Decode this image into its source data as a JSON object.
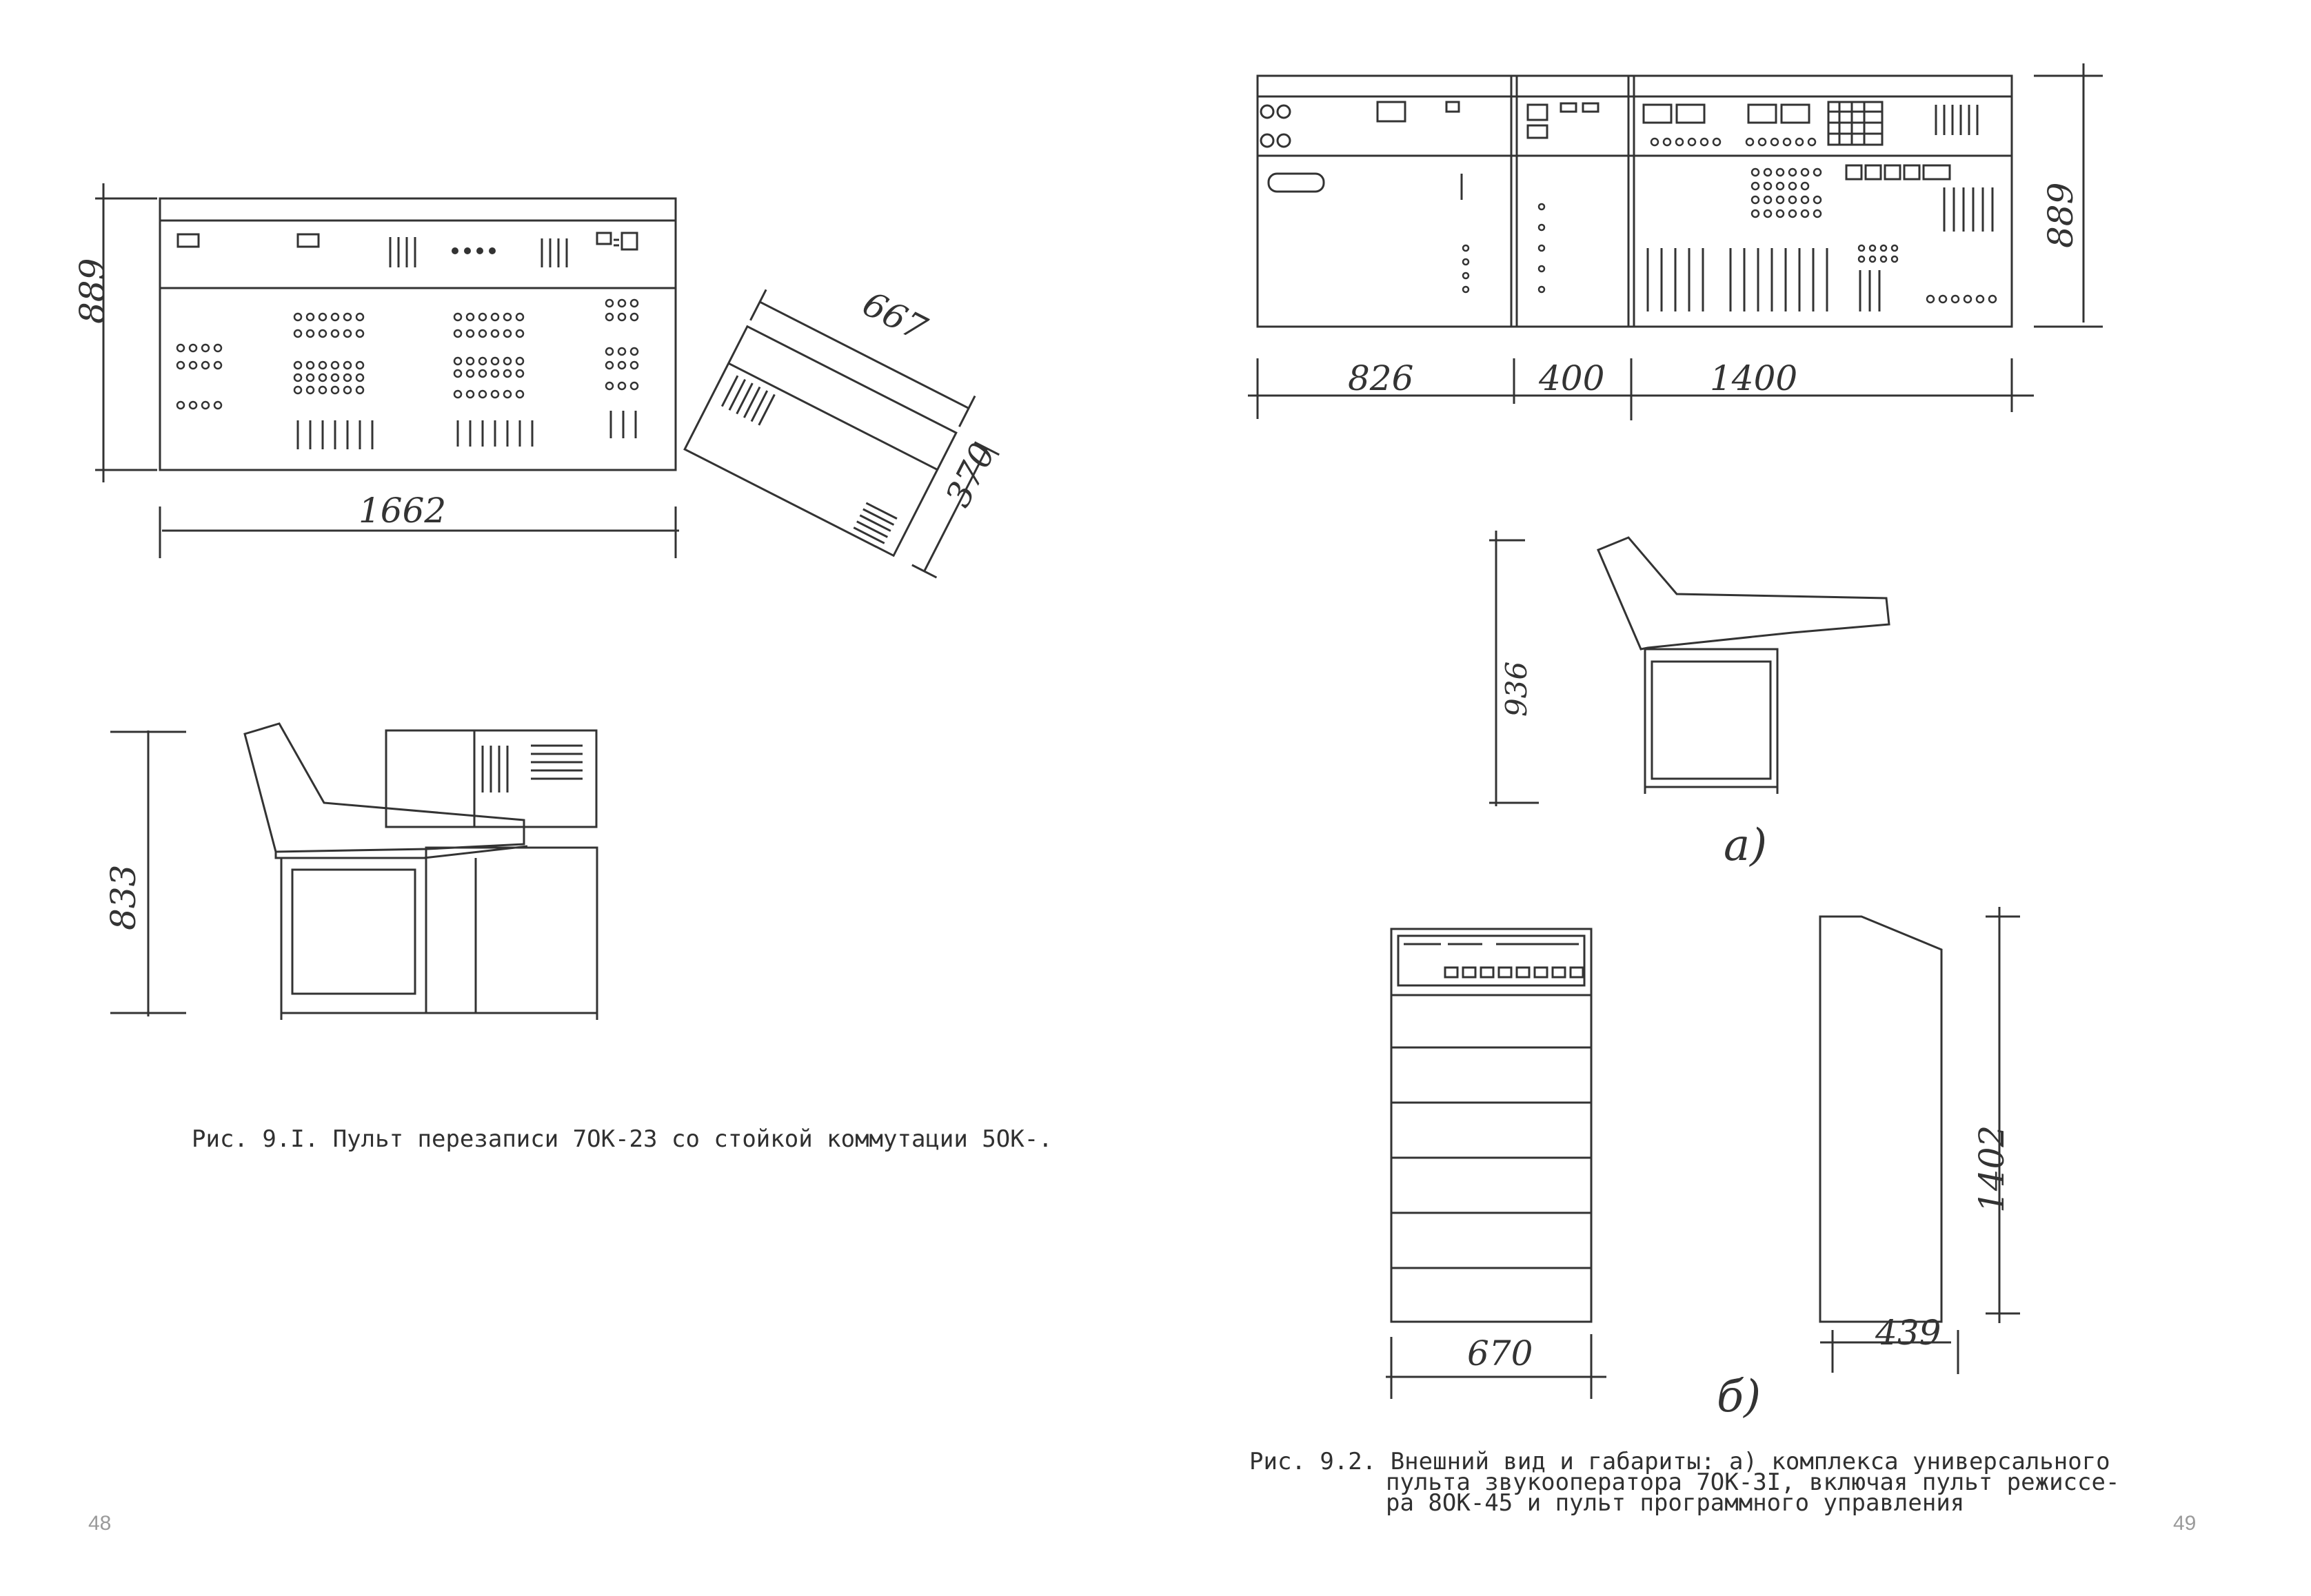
{
  "left_page": {
    "page_number": "48",
    "caption": "Рис. 9.I. Пульт перезаписи 7ОК-23 со стойкой коммутации 5ОК-.",
    "dimensions": {
      "front_height": "889",
      "front_width": "1662",
      "rack_width": "667",
      "rack_depth": "370",
      "side_height": "833"
    }
  },
  "right_page": {
    "page_number": "49",
    "caption_lines": [
      "Рис. 9.2. Внешний вид и габариты: а) комплекса универсального",
      "пульта звукооператора 7ОК-3I, включая пульт режиссе-",
      "ра 8ОК-45 и пульт программного управления"
    ],
    "dimensions": {
      "front_height": "889",
      "section_1": "826",
      "section_2": "400",
      "section_3": "1400",
      "side_height": "936",
      "rack_width": "670",
      "rack_height": "1402",
      "rack_depth": "439"
    },
    "sub_labels": {
      "a": "а)",
      "b": "б)"
    }
  }
}
